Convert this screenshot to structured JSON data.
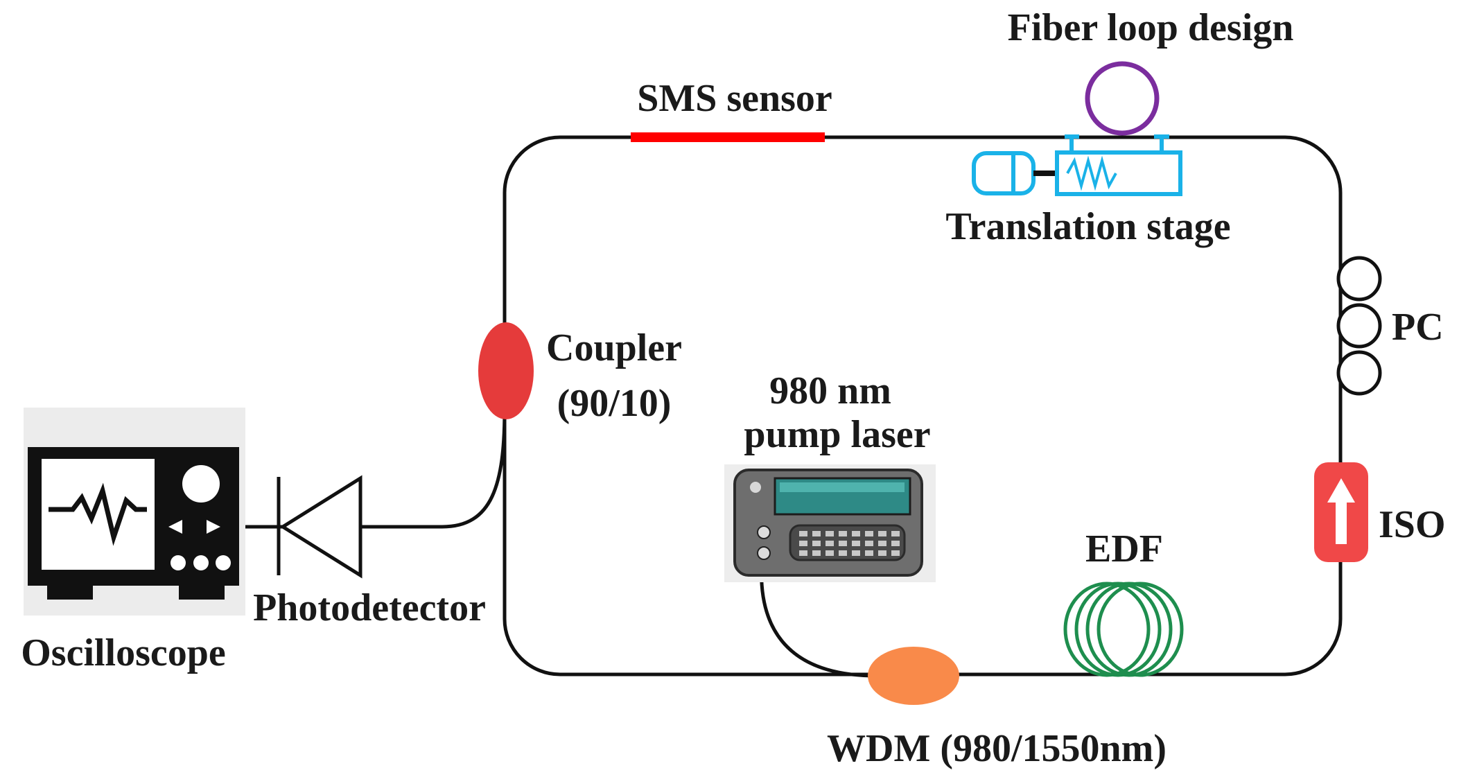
{
  "labels": {
    "fiber_loop_design": "Fiber loop design",
    "sms_sensor": "SMS sensor",
    "translation_stage": "Translation stage",
    "pc": "PC",
    "coupler_line1": "Coupler",
    "coupler_line2": "(90/10)",
    "pump_line1": "980 nm",
    "pump_line2": "pump laser",
    "iso": "ISO",
    "edf": "EDF",
    "photodetector": "Photodetector",
    "oscilloscope": "Oscilloscope",
    "wdm": "WDM (980/1550nm)"
  },
  "colors": {
    "fiber": "#111111",
    "sms_sensor": "#ff0000",
    "fiber_loop": "#7b2d9e",
    "translation_stage": "#1ab2e8",
    "coupler": "#e53b3b",
    "isolator": "#f04848",
    "wdm": "#f98a4a",
    "edf": "#1e8e4e",
    "pump_laser_body": "#6e6e6e",
    "pump_laser_screen": "#2e8a86"
  },
  "icons": {
    "oscilloscope": "oscilloscope-icon",
    "photodetector": "photodiode-icon",
    "pump_laser": "pump-laser-icon",
    "isolator_arrow": "arrow-up-icon",
    "polarization_controller": "pc-paddles-icon",
    "edf": "fiber-coil-icon",
    "translation_stage": "translation-stage-icon",
    "fiber_loop": "fiber-loop-icon"
  }
}
